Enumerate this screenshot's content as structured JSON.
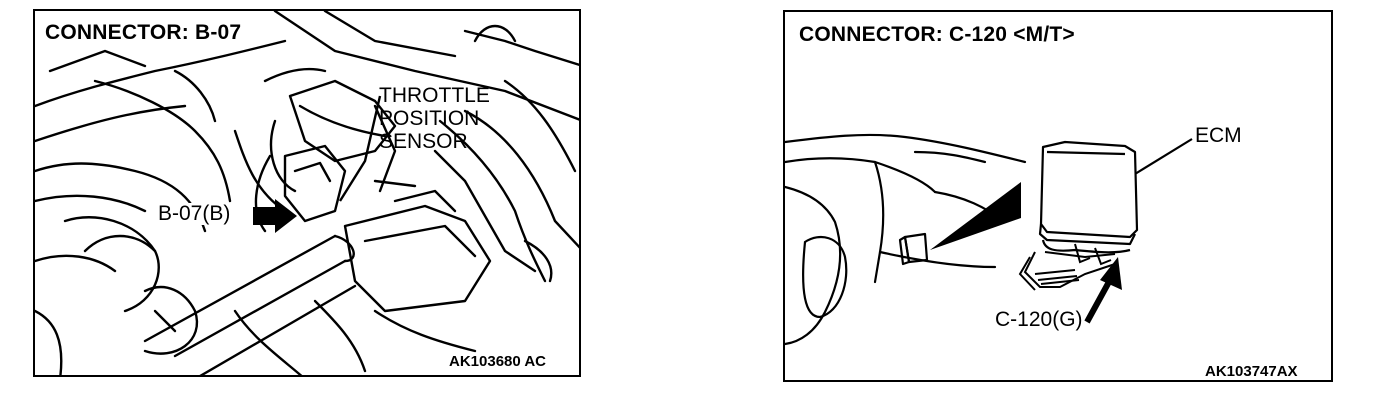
{
  "left_panel": {
    "title": "CONNECTOR: B-07",
    "component_label_lines": [
      "THROTTLE",
      "POSITION",
      "SENSOR"
    ],
    "connector_label": "B-07(B)",
    "figure_code": "AK103680 AC"
  },
  "right_panel": {
    "title": "CONNECTOR: C-120 <M/T>",
    "component_label": "ECM",
    "connector_label": "C-120(G)",
    "figure_code": "AK103747AX"
  }
}
